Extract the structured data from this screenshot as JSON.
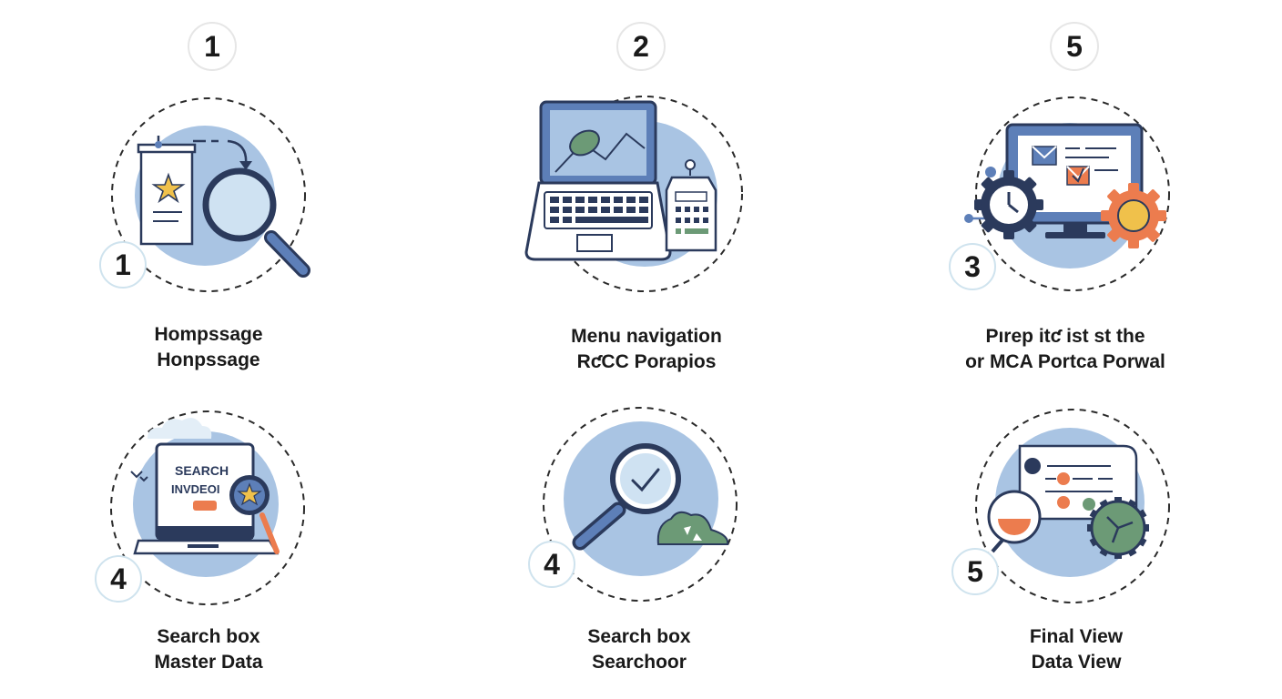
{
  "top_numbers": [
    "1",
    "2",
    "5"
  ],
  "steps": [
    {
      "badge": "1",
      "line1": "Hompssage",
      "line2": "Honpssage",
      "icon": "document-with-star-and-magnifier-icon"
    },
    {
      "badge": "",
      "line1": "Menu navigation",
      "line2": "RƈCC Porapios",
      "icon": "laptop-with-calculator-icon"
    },
    {
      "badge": "3",
      "line1": "Pırep itƈ ist st the",
      "line2": "or MCA Portca Porwal",
      "icon": "monitor-with-gears-icon"
    },
    {
      "badge": "4",
      "line1": "Search box",
      "line2": "Master Data",
      "icon": "laptop-search-screen-icon",
      "screen_text": [
        "SEARCH",
        "INVDEOI"
      ]
    },
    {
      "badge": "4",
      "line1": "Search box",
      "line2": "Searchoor",
      "icon": "magnifier-with-checkmark-icon"
    },
    {
      "badge": "5",
      "line1": "Final View",
      "line2": "Data View",
      "icon": "document-with-chart-and-gear-icon"
    }
  ],
  "colors": {
    "circle_fill": "#a9c4e3",
    "navy": "#2b3a5c",
    "accent_blue": "#5d7fb8",
    "star": "#f0c14b",
    "orange": "#ec7c4e",
    "green": "#6c9a76",
    "dash": "#2a2a2a"
  }
}
